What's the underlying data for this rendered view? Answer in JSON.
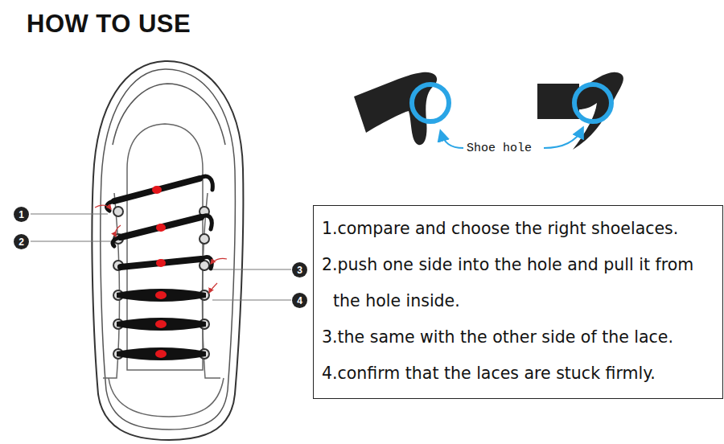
{
  "diagram": {
    "title": "HOW TO USE",
    "nodes": [
      {
        "text": [
          "1"
        ]
      },
      {
        "text": [
          "2"
        ]
      },
      {
        "text": [
          "3"
        ]
      },
      {
        "text": [
          "4"
        ]
      },
      {
        "text": [
          "1.compare and choose the right shoelaces.",
          "2.push one side into the hole and pull it from the hole inside.",
          "3.the same with the other side of the lace.",
          "4.confirm that the laces are stuck firmly."
        ]
      }
    ],
    "labels": [
      "Shoe hole"
    ]
  }
}
